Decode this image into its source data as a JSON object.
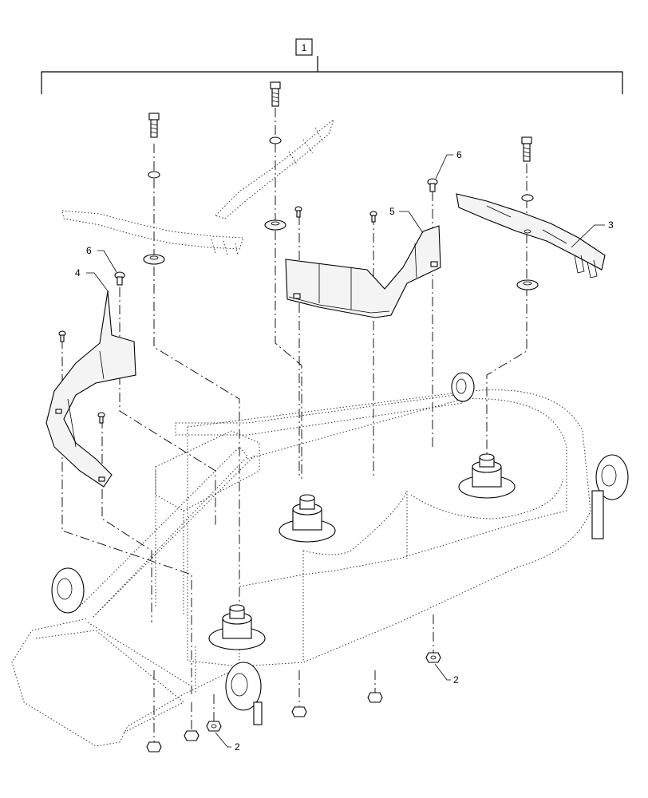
{
  "callouts": {
    "assembly": "1",
    "nut_right": "2",
    "nut_left": "2",
    "blade": "3",
    "baffle_left": "4",
    "baffle_right": "5",
    "bolt_left": "6",
    "bolt_right": "6"
  }
}
